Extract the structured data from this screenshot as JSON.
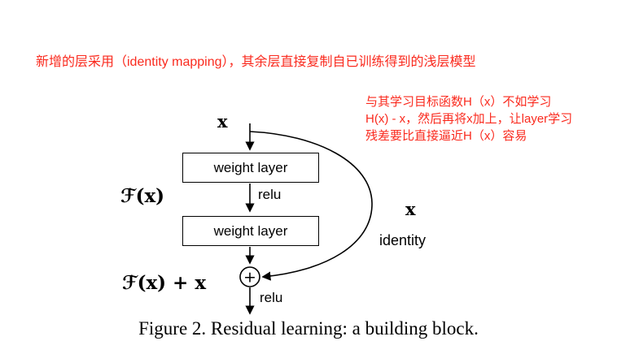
{
  "annotations": {
    "note_color": "#fa2a1e",
    "top_note": "新增的层采用（identity mapping），其余层直接复制自已训练得到的浅层模型",
    "side_note_lines": [
      "与其学习目标函数H（x）不如学习",
      "H(x) - x，然后再将x加上，让layer学习",
      "残差要比直接逼近H（x）容易"
    ]
  },
  "diagram": {
    "input_label": "x",
    "weight_layer_1": "weight layer",
    "relu_1": "relu",
    "residual_function_label": "ℱ(x)",
    "weight_layer_2": "weight layer",
    "skip_x_label": "x",
    "skip_identity_label": "identity",
    "sum_symbol": "+",
    "sum_output_label": "ℱ(x) + x",
    "relu_2": "relu"
  },
  "caption": "Figure 2. Residual learning: a building block."
}
